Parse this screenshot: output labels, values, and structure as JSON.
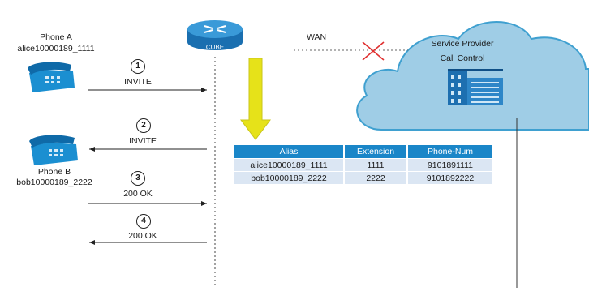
{
  "phone_a": {
    "name": "Phone A",
    "alias": "alice10000189_1111"
  },
  "phone_b": {
    "name": "Phone B",
    "alias": "bob10000189_2222"
  },
  "cube": {
    "label": "CUBE"
  },
  "wan": {
    "label": "WAN"
  },
  "cloud": {
    "line1": "Service Provider",
    "line2": "Call Control"
  },
  "steps": [
    {
      "number": "1",
      "message": "INVITE"
    },
    {
      "number": "2",
      "message": "INVITE"
    },
    {
      "number": "3",
      "message": "200 OK"
    },
    {
      "number": "4",
      "message": "200 OK"
    }
  ],
  "table": {
    "headers": [
      "Alias",
      "Extension",
      "Phone-Num"
    ],
    "rows": [
      [
        "alice10000189_1111",
        "1111",
        "9101891111"
      ],
      [
        "bob10000189_2222",
        "2222",
        "9101892222"
      ]
    ]
  },
  "colors": {
    "phone": "#1b8fd1",
    "cube": "#2a86c4",
    "cloud_fill": "#9fcde6",
    "cloud_stroke": "#3fa0d0",
    "arrow_yellow": "#e6e219",
    "table_header": "#1a86c8",
    "table_row": "#dbe6f3",
    "wan_cross": "#e03030"
  }
}
